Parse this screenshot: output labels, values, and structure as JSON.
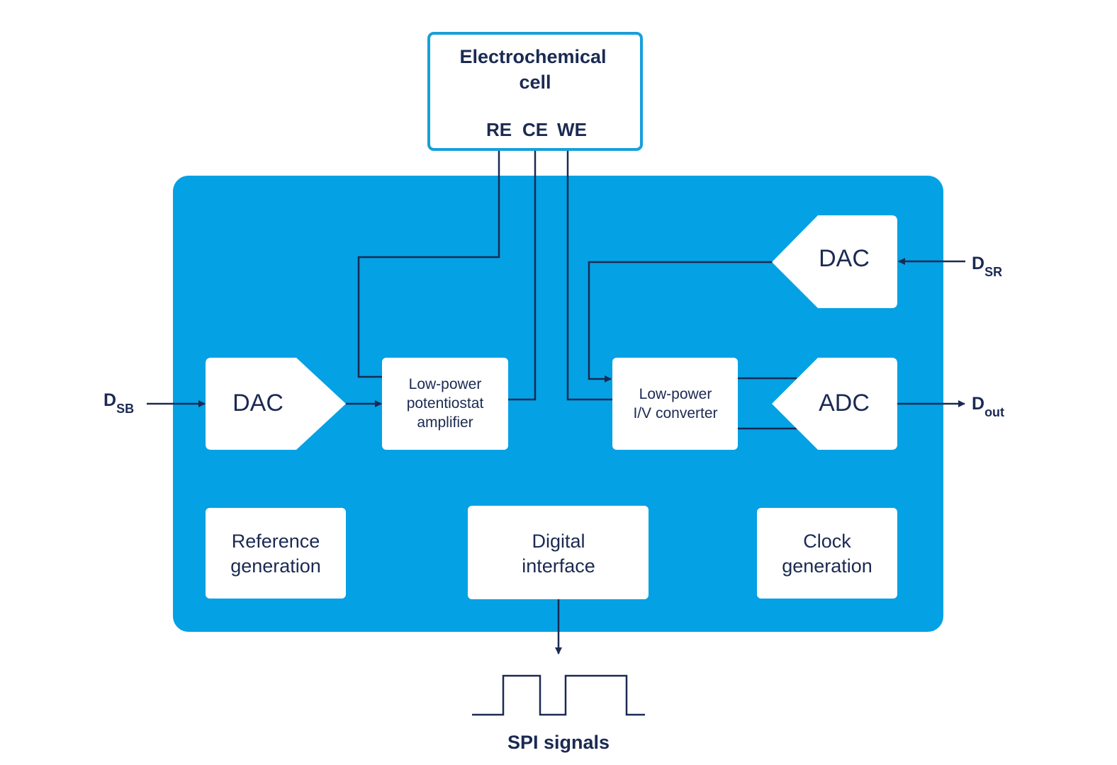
{
  "colors": {
    "chip": "#04a1e4",
    "cell_border": "#189fdb",
    "block_fill": "#ffffff",
    "wire": "#1b2a52",
    "text": "#1b2a52"
  },
  "cell": {
    "title_line1": "Electrochemical",
    "title_line2": "cell",
    "re": "RE",
    "ce": "CE",
    "we": "WE"
  },
  "blocks": {
    "dac_left": "DAC",
    "potentiostat_line1": "Low-power",
    "potentiostat_line2": "potentiostat",
    "potentiostat_line3": "amplifier",
    "dac_right": "DAC",
    "iv_line1": "Low-power",
    "iv_line2": "I/V converter",
    "adc": "ADC",
    "ref_line1": "Reference",
    "ref_line2": "generation",
    "digital_line1": "Digital",
    "digital_line2": "interface",
    "clock_line1": "Clock",
    "clock_line2": "generation"
  },
  "signals": {
    "dsb_main": "D",
    "dsb_sub": "SB",
    "dsr_main": "D",
    "dsr_sub": "SR",
    "dout_main": "D",
    "dout_sub": "out",
    "spi": "SPI signals"
  }
}
